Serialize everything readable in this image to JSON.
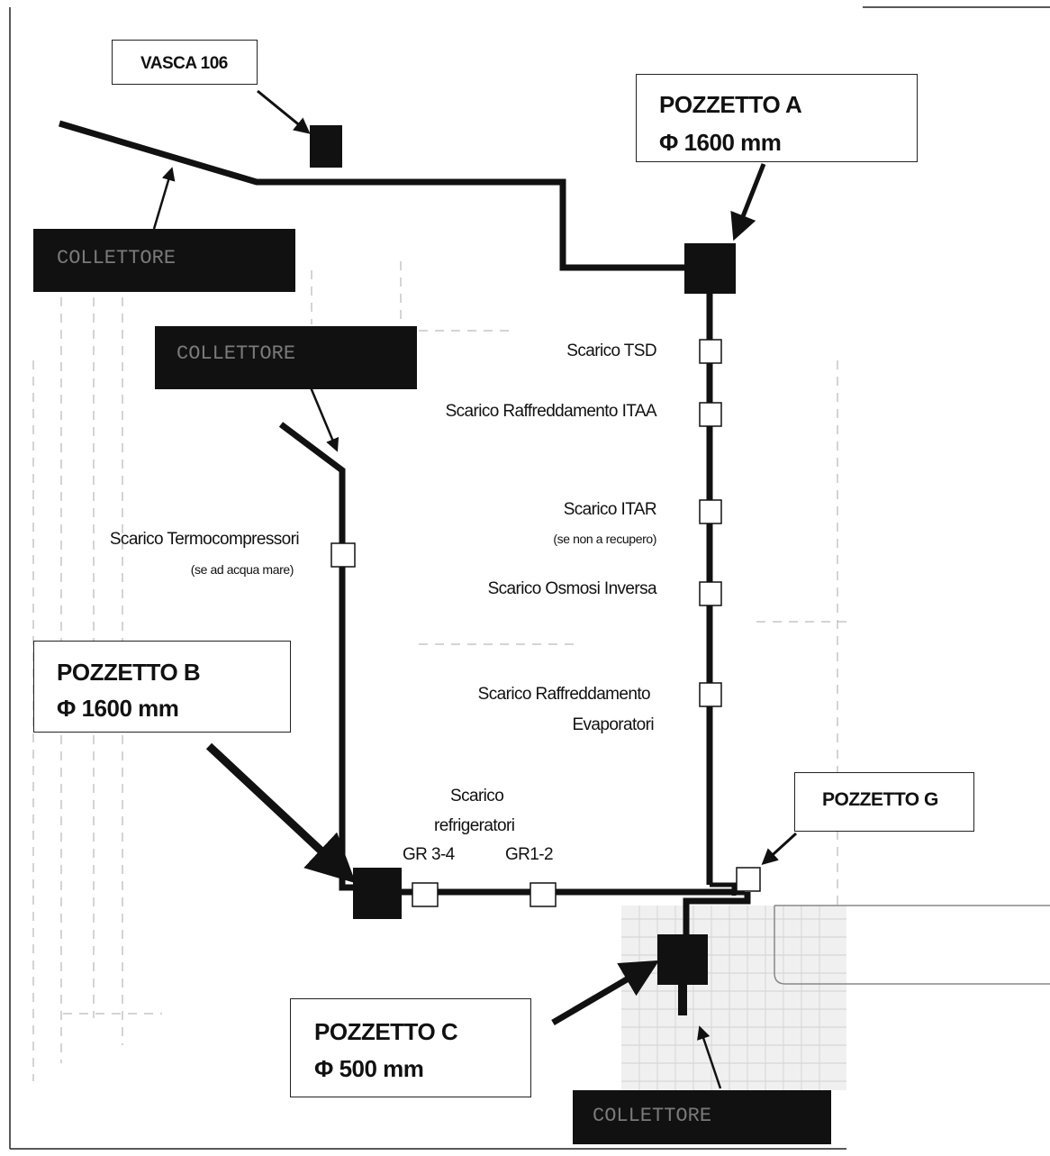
{
  "boxes": {
    "vasca": "VASCA 106",
    "pozzetto_a": {
      "title": "POZZETTO A",
      "diameter": "Φ 1600 mm"
    },
    "pozzetto_b": {
      "title": "POZZETTO B",
      "diameter": "Φ 1600 mm"
    },
    "pozzetto_c": {
      "title": "POZZETTO C",
      "diameter": "Φ 500 mm"
    },
    "pozzetto_g": "POZZETTO G"
  },
  "collectors": {
    "c1": "COLLETTORE",
    "c2": "COLLETTORE",
    "c3": "COLLETTORE"
  },
  "labels": {
    "tsd": "Scarico TSD",
    "itaa": "Scarico Raffreddamento ITAA",
    "itar": "Scarico ITAR",
    "itar_note": "(se non a recupero)",
    "osmosi": "Scarico Osmosi Inversa",
    "evap_1": "Scarico Raffreddamento",
    "evap_2": "Evaporatori",
    "termo": "Scarico Termocompressori",
    "termo_note": "(se ad acqua mare)",
    "refr_1": "Scarico",
    "refr_2": "refrigeratori",
    "gr34": "GR 3-4",
    "gr12": "GR1-2"
  },
  "colors": {
    "pipe": "#111111",
    "background": "#ffffff",
    "collector_fill": "#111111"
  }
}
